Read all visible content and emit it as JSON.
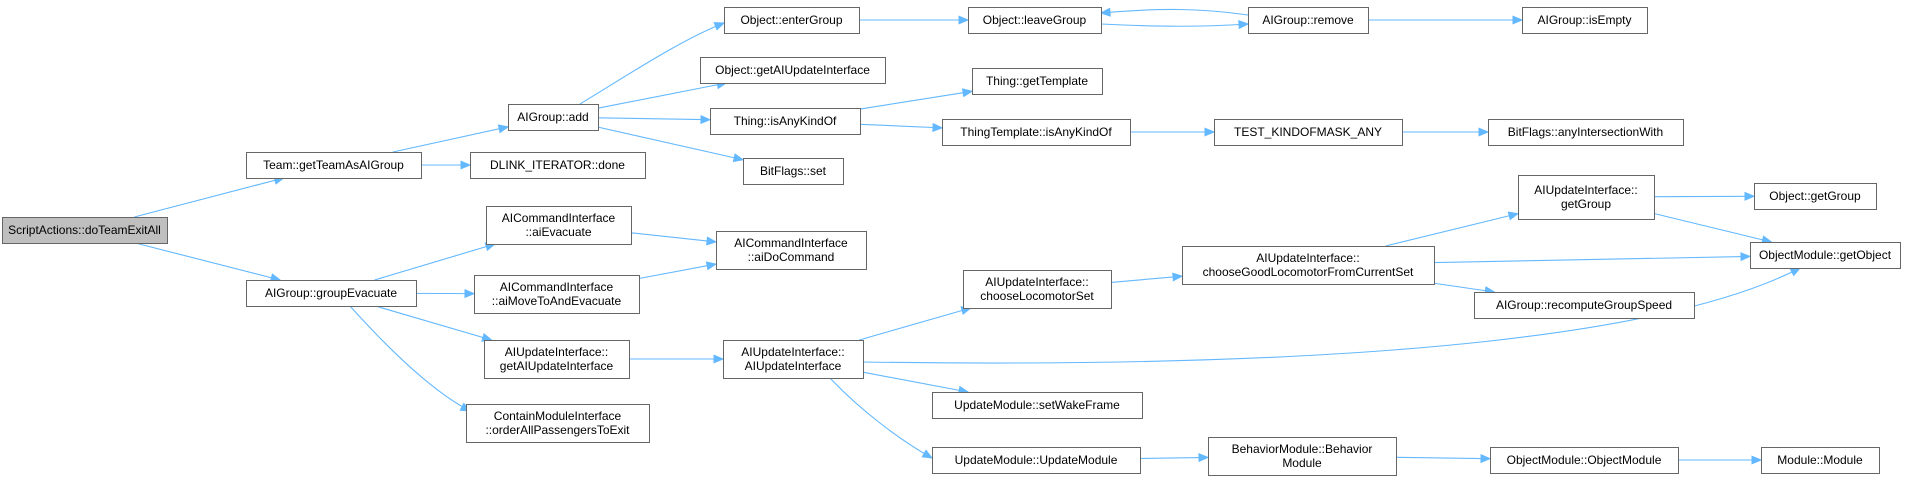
{
  "graph": {
    "accent_color": "#63b8ff",
    "root_fill": "#bfbfbf",
    "nodes": [
      {
        "id": "root",
        "lines": [
          "ScriptActions::doTeamExitAll"
        ],
        "root": true
      },
      {
        "id": "team_getTeamAsAIGroup",
        "lines": [
          "Team::getTeamAsAIGroup"
        ]
      },
      {
        "id": "aigroup_groupEvacuate",
        "lines": [
          "AIGroup::groupEvacuate"
        ]
      },
      {
        "id": "aigroup_add",
        "lines": [
          "AIGroup::add"
        ]
      },
      {
        "id": "dlink_done",
        "lines": [
          "DLINK_ITERATOR::done"
        ]
      },
      {
        "id": "aicmd_aiEvacuate",
        "lines": [
          "AICommandInterface",
          "::aiEvacuate"
        ]
      },
      {
        "id": "aicmd_aiMoveToAndEvacuate",
        "lines": [
          "AICommandInterface",
          "::aiMoveToAndEvacuate"
        ]
      },
      {
        "id": "aiupd_getAIUpdateInterface",
        "lines": [
          "AIUpdateInterface::",
          "getAIUpdateInterface"
        ]
      },
      {
        "id": "contain_orderAll",
        "lines": [
          "ContainModuleInterface",
          "::orderAllPassengersToExit"
        ]
      },
      {
        "id": "object_enterGroup",
        "lines": [
          "Object::enterGroup"
        ]
      },
      {
        "id": "object_getAIUpdateInterface",
        "lines": [
          "Object::getAIUpdateInterface"
        ]
      },
      {
        "id": "thing_isAnyKindOf",
        "lines": [
          "Thing::isAnyKindOf"
        ]
      },
      {
        "id": "bitflags_set",
        "lines": [
          "BitFlags::set"
        ]
      },
      {
        "id": "aicmd_aiDoCommand",
        "lines": [
          "AICommandInterface",
          "::aiDoCommand"
        ]
      },
      {
        "id": "aiupd_ctor",
        "lines": [
          "AIUpdateInterface::",
          "AIUpdateInterface"
        ]
      },
      {
        "id": "object_leaveGroup",
        "lines": [
          "Object::leaveGroup"
        ]
      },
      {
        "id": "thing_getTemplate",
        "lines": [
          "Thing::getTemplate"
        ]
      },
      {
        "id": "thingtemplate_isAnyKindOf",
        "lines": [
          "ThingTemplate::isAnyKindOf"
        ]
      },
      {
        "id": "aiupd_chooseLocomotorSet",
        "lines": [
          "AIUpdateInterface::",
          "chooseLocomotorSet"
        ]
      },
      {
        "id": "updmod_setWakeFrame",
        "lines": [
          "UpdateModule::setWakeFrame"
        ]
      },
      {
        "id": "updmod_ctor",
        "lines": [
          "UpdateModule::UpdateModule"
        ]
      },
      {
        "id": "aigroup_remove",
        "lines": [
          "AIGroup::remove"
        ]
      },
      {
        "id": "test_kindofmask_any",
        "lines": [
          "TEST_KINDOFMASK_ANY"
        ]
      },
      {
        "id": "aiupd_chooseGoodLocomotor",
        "lines": [
          "AIUpdateInterface::",
          "chooseGoodLocomotorFromCurrentSet"
        ]
      },
      {
        "id": "behaviormod_ctor",
        "lines": [
          "BehaviorModule::Behavior",
          "Module"
        ]
      },
      {
        "id": "aigroup_isEmpty",
        "lines": [
          "AIGroup::isEmpty"
        ]
      },
      {
        "id": "bitflags_anyIntersectionWith",
        "lines": [
          "BitFlags::anyIntersectionWith"
        ]
      },
      {
        "id": "aiupd_getGroup",
        "lines": [
          "AIUpdateInterface::",
          "getGroup"
        ]
      },
      {
        "id": "aigroup_recomputeGroupSpeed",
        "lines": [
          "AIGroup::recomputeGroupSpeed"
        ]
      },
      {
        "id": "objectmod_ctor",
        "lines": [
          "ObjectModule::ObjectModule"
        ]
      },
      {
        "id": "object_getGroup",
        "lines": [
          "Object::getGroup"
        ]
      },
      {
        "id": "objectmod_getObject",
        "lines": [
          "ObjectModule::getObject"
        ]
      },
      {
        "id": "module_ctor",
        "lines": [
          "Module::Module"
        ]
      }
    ],
    "edges": [
      {
        "from": "root",
        "to": "team_getTeamAsAIGroup"
      },
      {
        "from": "root",
        "to": "aigroup_groupEvacuate"
      },
      {
        "from": "team_getTeamAsAIGroup",
        "to": "aigroup_add"
      },
      {
        "from": "team_getTeamAsAIGroup",
        "to": "dlink_done"
      },
      {
        "from": "aigroup_add",
        "to": "object_enterGroup"
      },
      {
        "from": "aigroup_add",
        "to": "object_getAIUpdateInterface"
      },
      {
        "from": "aigroup_add",
        "to": "thing_isAnyKindOf"
      },
      {
        "from": "aigroup_add",
        "to": "bitflags_set"
      },
      {
        "from": "object_enterGroup",
        "to": "object_leaveGroup"
      },
      {
        "from": "object_leaveGroup",
        "to": "aigroup_remove"
      },
      {
        "from": "aigroup_remove",
        "to": "object_leaveGroup"
      },
      {
        "from": "aigroup_remove",
        "to": "aigroup_isEmpty"
      },
      {
        "from": "thing_isAnyKindOf",
        "to": "thing_getTemplate"
      },
      {
        "from": "thing_isAnyKindOf",
        "to": "thingtemplate_isAnyKindOf"
      },
      {
        "from": "thingtemplate_isAnyKindOf",
        "to": "test_kindofmask_any"
      },
      {
        "from": "test_kindofmask_any",
        "to": "bitflags_anyIntersectionWith"
      },
      {
        "from": "aigroup_groupEvacuate",
        "to": "aicmd_aiEvacuate"
      },
      {
        "from": "aigroup_groupEvacuate",
        "to": "aicmd_aiMoveToAndEvacuate"
      },
      {
        "from": "aigroup_groupEvacuate",
        "to": "aiupd_getAIUpdateInterface"
      },
      {
        "from": "aigroup_groupEvacuate",
        "to": "contain_orderAll"
      },
      {
        "from": "aicmd_aiEvacuate",
        "to": "aicmd_aiDoCommand"
      },
      {
        "from": "aicmd_aiMoveToAndEvacuate",
        "to": "aicmd_aiDoCommand"
      },
      {
        "from": "aiupd_getAIUpdateInterface",
        "to": "aiupd_ctor"
      },
      {
        "from": "aiupd_ctor",
        "to": "aiupd_chooseLocomotorSet"
      },
      {
        "from": "aiupd_ctor",
        "to": "objectmod_getObject"
      },
      {
        "from": "aiupd_ctor",
        "to": "updmod_setWakeFrame"
      },
      {
        "from": "aiupd_ctor",
        "to": "updmod_ctor"
      },
      {
        "from": "aiupd_chooseLocomotorSet",
        "to": "aiupd_chooseGoodLocomotor"
      },
      {
        "from": "aiupd_chooseGoodLocomotor",
        "to": "aiupd_getGroup"
      },
      {
        "from": "aiupd_chooseGoodLocomotor",
        "to": "objectmod_getObject"
      },
      {
        "from": "aiupd_chooseGoodLocomotor",
        "to": "aigroup_recomputeGroupSpeed"
      },
      {
        "from": "aiupd_getGroup",
        "to": "object_getGroup"
      },
      {
        "from": "aiupd_getGroup",
        "to": "objectmod_getObject"
      },
      {
        "from": "updmod_ctor",
        "to": "behaviormod_ctor"
      },
      {
        "from": "behaviormod_ctor",
        "to": "objectmod_ctor"
      },
      {
        "from": "objectmod_ctor",
        "to": "module_ctor"
      }
    ]
  }
}
